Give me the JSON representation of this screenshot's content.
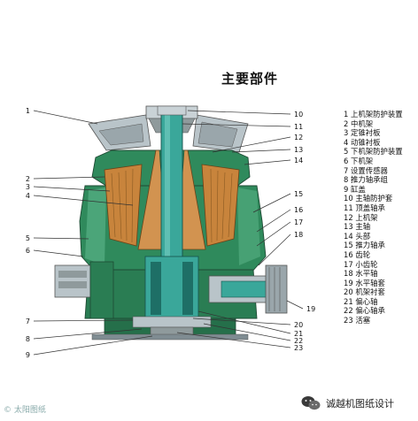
{
  "title": "主要部件",
  "legend": [
    "1 上机架防护装置",
    "2 中机架",
    "3 定锥衬板",
    "4 动锥衬板",
    "5 下机架防护装置",
    "6 下机架",
    "7 设置传感器",
    "8 推力轴承组",
    "9 缸盖",
    "10 主轴防护套",
    "11 顶盖轴承",
    "12 上机架",
    "13 主轴",
    "14 头部",
    "15 推力轴承",
    "16 齿轮",
    "17 小齿轮",
    "18 水平轴",
    "19 水平轴套",
    "20 机架衬套",
    "21 偏心轴",
    "22 偏心轴承",
    "23 活塞"
  ],
  "callouts_left": [
    "1",
    "2",
    "3",
    "4",
    "5",
    "6",
    "7",
    "8",
    "9"
  ],
  "callouts_right": [
    "10",
    "11",
    "12",
    "13",
    "14",
    "15",
    "16",
    "17",
    "18",
    "19",
    "20",
    "21",
    "22",
    "23"
  ],
  "watermark": {
    "text": "诚越机图纸设计",
    "icon": "wechat-icon"
  },
  "watermark_left": "© 太阳图纸",
  "colors": {
    "green": "#2f8a5c",
    "green_dark": "#1f6a44",
    "green_light": "#5fb88c",
    "liner": "#c8843c",
    "liner_dark": "#8a5a22",
    "steel": "#b9c4c9",
    "steel_dark": "#7f8c92",
    "teal": "#3aa79a",
    "frame_grey": "#8f9a9c"
  }
}
